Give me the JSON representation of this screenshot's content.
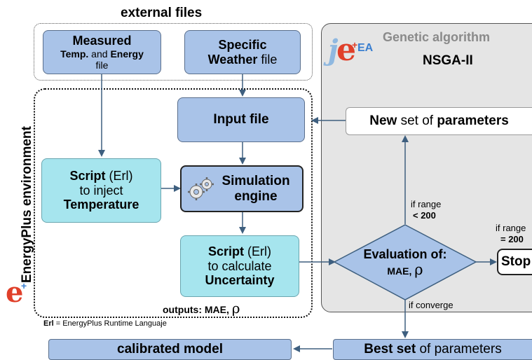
{
  "header": {
    "external_files": "external files"
  },
  "ga_panel": {
    "title": "Genetic algorithm",
    "subtitle": "NSGA-II",
    "logo_text": "EA"
  },
  "env_label": "EnergyPlus environment",
  "measured": {
    "line1": "Measured",
    "line2_bold_a": "Temp.",
    "line2_and": " and ",
    "line2_bold_b": "Energy",
    "line3": "file"
  },
  "weather": {
    "line1": "Specific",
    "line2_bold": "Weather",
    "line2_rest": " file"
  },
  "input_file": {
    "label": "Input file"
  },
  "new_params": {
    "bold_a": "New",
    "mid": " set of ",
    "bold_b": "parameters"
  },
  "script_inject": {
    "bold": "Script",
    "paren": " (Erl)",
    "line2": "to inject",
    "line3": "Temperature"
  },
  "sim_engine": {
    "line1": "Simulation",
    "line2": "engine"
  },
  "script_uncert": {
    "bold": "Script",
    "paren": " (Erl)",
    "line2": "to calculate",
    "line3": "Uncertainty"
  },
  "outputs": {
    "label": "outputs: MAE,",
    "rho": "ρ"
  },
  "evaluation": {
    "line1": "Evaluation of:",
    "line2": "MAE,",
    "rho": "ρ"
  },
  "conditions": {
    "range_low_a": "if range",
    "range_low_b": "< 200",
    "range_eq_a": "if range",
    "range_eq_b": "= 200",
    "converge": "if converge"
  },
  "stop": {
    "label": "Stop"
  },
  "erl_note": {
    "bold": "Erl",
    "rest": " = EnergyPlus Runtime Languaje"
  },
  "calibrated": {
    "label": "calibrated model"
  },
  "best_set": {
    "bold": "Best set",
    "rest": " of parameters"
  },
  "colors": {
    "box_blue": "#a9c3e8",
    "box_cyan": "#a6e5ee",
    "panel_gray": "#e5e5e5",
    "arrow": "#3e5f7f",
    "logo_red": "#e0402a"
  }
}
